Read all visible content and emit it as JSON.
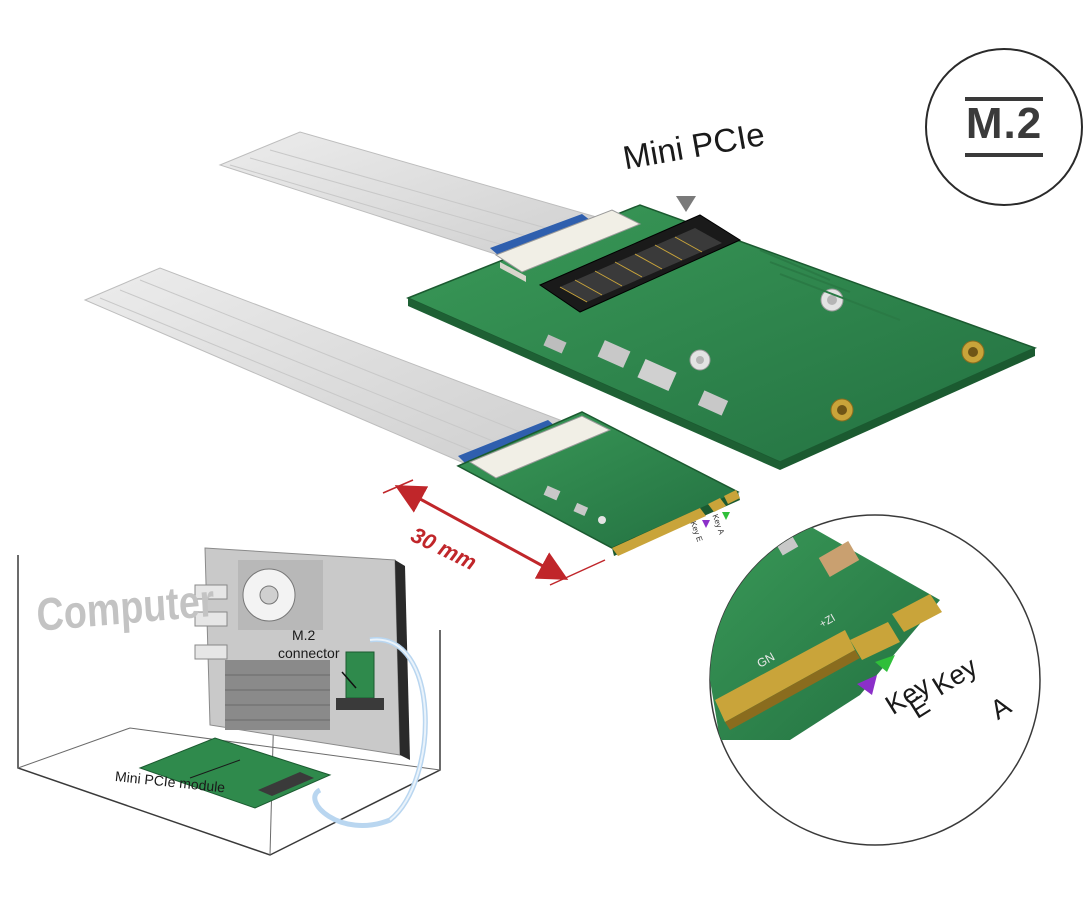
{
  "badge": {
    "text": "M.2"
  },
  "labels": {
    "mini_pcie": "Mini PCIe",
    "length": "30 mm",
    "computer": "Computer",
    "m2_connector_line1": "M.2",
    "m2_connector_line2": "connector",
    "mini_pcie_module": "Mini PCIe module",
    "key_e_word": "Key",
    "key_e_letter": "E",
    "key_a_word": "Key",
    "key_a_letter": "A",
    "key_e_small": "Key E",
    "key_a_small": "Key A"
  },
  "colors": {
    "pcb_green": "#2f8a4c",
    "pcb_dark": "#216b3a",
    "cable_gray": "#dcdcdc",
    "connector_blue": "#2f5fae",
    "gold": "#c9a43a",
    "dimension_red": "#c0262a",
    "key_e_marker": "#8b2fc9",
    "key_a_marker": "#2fbf3a"
  }
}
